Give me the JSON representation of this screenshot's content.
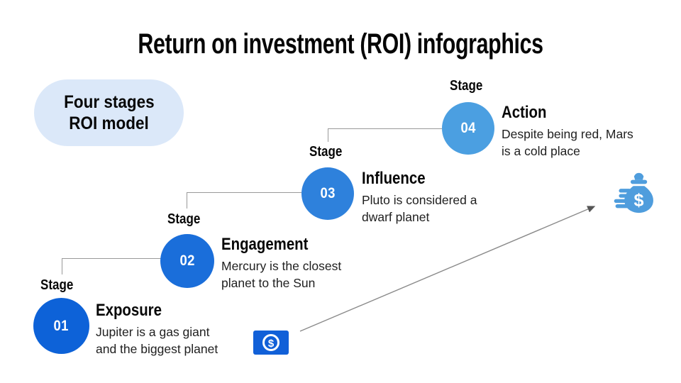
{
  "slide": {
    "title": "Return on investment (ROI) infographics",
    "badge": {
      "line1": "Four stages",
      "line2": "ROI model"
    }
  },
  "stages": [
    {
      "label": "Stage",
      "number": "01",
      "heading": "Exposure",
      "desc_line1": "Jupiter is a gas giant",
      "desc_line2": "and the biggest planet",
      "color": "#0d62d8"
    },
    {
      "label": "Stage",
      "number": "02",
      "heading": "Engagement",
      "desc_line1": "Mercury is the closest",
      "desc_line2": "planet to the Sun",
      "color": "#1a6eda"
    },
    {
      "label": "Stage",
      "number": "03",
      "heading": "Influence",
      "desc_line1": "Pluto is considered a",
      "desc_line2": "dwarf planet",
      "color": "#2e81dc"
    },
    {
      "label": "Stage",
      "number": "04",
      "heading": "Action",
      "desc_line1": "Despite being red, Mars",
      "desc_line2": "is a cold place",
      "color": "#4b9fe1"
    }
  ],
  "icons": {
    "dollar_symbol": "$"
  },
  "colors": {
    "badge_bg": "#dbe8f9",
    "connector": "#999999",
    "arrow": "#8a8a8a",
    "arrowhead": "#555555",
    "money_bill": "#1160d8",
    "money_bag": "#4f9ddd",
    "icon_glyph": "#ffffff"
  }
}
